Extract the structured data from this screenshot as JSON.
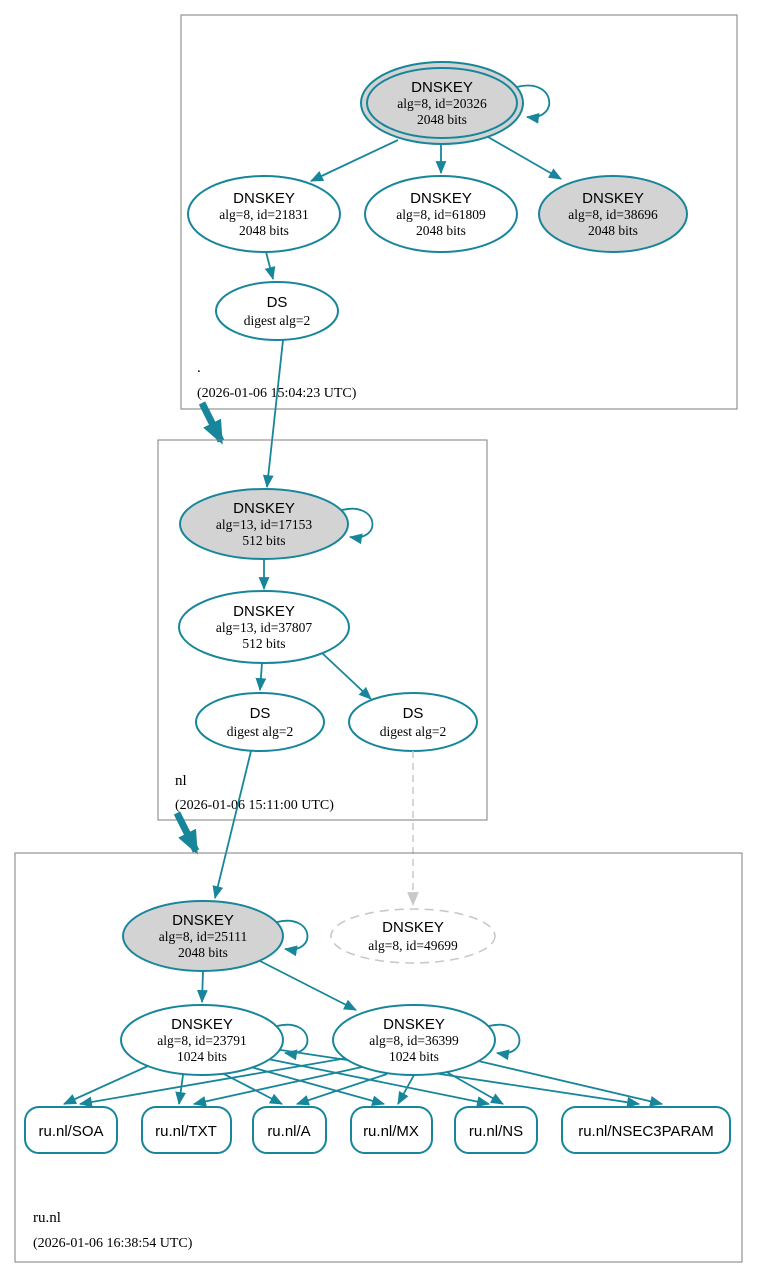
{
  "colors": {
    "edge_teal": "#17869a",
    "ksk_gray_fill": "#d3d3d3",
    "missing_gray": "#c9c9c9",
    "zone_border_gray": "#7d7d7d",
    "text": "#000000"
  },
  "zones": {
    "root": {
      "name": ".",
      "timestamp": "(2026-01-06 15:04:23 UTC)",
      "ksk": {
        "title": "DNSKEY",
        "detail": "alg=8, id=20326",
        "bits": "2048 bits"
      },
      "zsk1": {
        "title": "DNSKEY",
        "detail": "alg=8, id=21831",
        "bits": "2048 bits"
      },
      "zsk2": {
        "title": "DNSKEY",
        "detail": "alg=8, id=61809",
        "bits": "2048 bits"
      },
      "zsk3": {
        "title": "DNSKEY",
        "detail": "alg=8, id=38696",
        "bits": "2048 bits"
      },
      "ds": {
        "title": "DS",
        "detail": "digest alg=2"
      }
    },
    "nl": {
      "name": "nl",
      "timestamp": "(2026-01-06 15:11:00 UTC)",
      "ksk": {
        "title": "DNSKEY",
        "detail": "alg=13, id=17153",
        "bits": "512 bits"
      },
      "zsk": {
        "title": "DNSKEY",
        "detail": "alg=13, id=37807",
        "bits": "512 bits"
      },
      "ds_left": {
        "title": "DS",
        "detail": "digest alg=2"
      },
      "ds_right": {
        "title": "DS",
        "detail": "digest alg=2"
      }
    },
    "runl": {
      "name": "ru.nl",
      "timestamp": "(2026-01-06 16:38:54 UTC)",
      "ksk": {
        "title": "DNSKEY",
        "detail": "alg=8, id=25111",
        "bits": "2048 bits"
      },
      "missing": {
        "title": "DNSKEY",
        "detail": "alg=8, id=49699"
      },
      "zsk1": {
        "title": "DNSKEY",
        "detail": "alg=8, id=23791",
        "bits": "1024 bits"
      },
      "zsk2": {
        "title": "DNSKEY",
        "detail": "alg=8, id=36399",
        "bits": "1024 bits"
      },
      "records": [
        "ru.nl/SOA",
        "ru.nl/TXT",
        "ru.nl/A",
        "ru.nl/MX",
        "ru.nl/NS",
        "ru.nl/NSEC3PARAM"
      ]
    }
  }
}
